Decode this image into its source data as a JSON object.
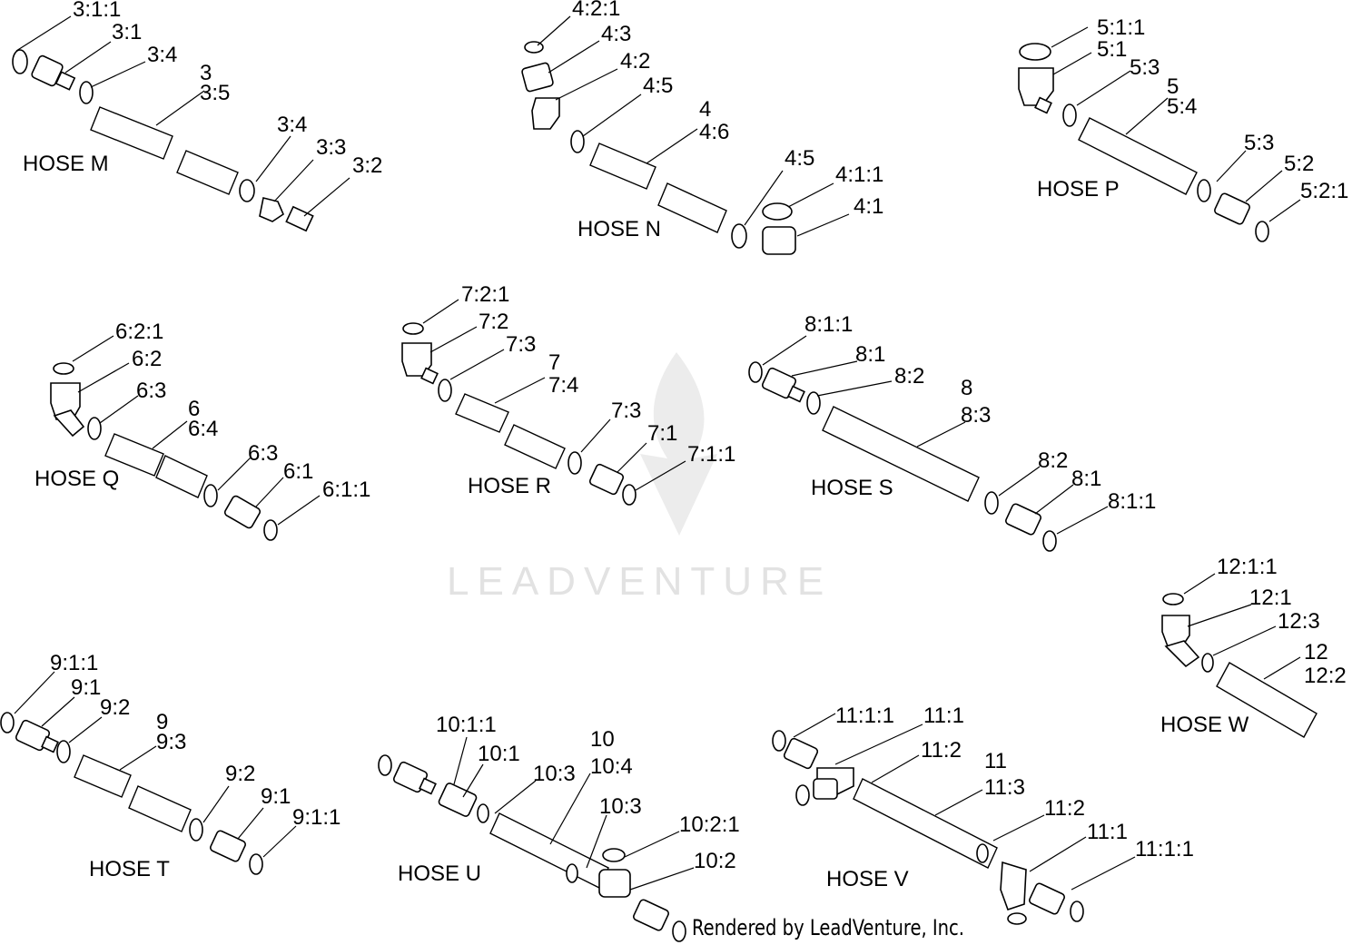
{
  "watermark": {
    "text": "LEADVENTURE"
  },
  "credit": "Rendered by LeadVenture, Inc.",
  "hoses": [
    {
      "title": "HOSE M",
      "labels": [
        "3:1:1",
        "3:1",
        "3:4",
        "3",
        "3:5",
        "3:4",
        "3:3",
        "3:2"
      ]
    },
    {
      "title": "HOSE N",
      "labels": [
        "4:2:1",
        "4:3",
        "4:2",
        "4:5",
        "4",
        "4:6",
        "4:5",
        "4:1:1",
        "4:1"
      ]
    },
    {
      "title": "HOSE P",
      "labels": [
        "5:1:1",
        "5:1",
        "5:3",
        "5",
        "5:4",
        "5:3",
        "5:2",
        "5:2:1"
      ]
    },
    {
      "title": "HOSE Q",
      "labels": [
        "6:2:1",
        "6:2",
        "6:3",
        "6",
        "6:4",
        "6:3",
        "6:1",
        "6:1:1"
      ]
    },
    {
      "title": "HOSE R",
      "labels": [
        "7:2:1",
        "7:2",
        "7:3",
        "7",
        "7:4",
        "7:3",
        "7:1",
        "7:1:1"
      ]
    },
    {
      "title": "HOSE S",
      "labels": [
        "8:1:1",
        "8:1",
        "8:2",
        "8",
        "8:3",
        "8:2",
        "8:1",
        "8:1:1"
      ]
    },
    {
      "title": "HOSE T",
      "labels": [
        "9:1:1",
        "9:1",
        "9:2",
        "9",
        "9:3",
        "9:2",
        "9:1",
        "9:1:1"
      ]
    },
    {
      "title": "HOSE U",
      "labels": [
        "10:1:1",
        "10:1",
        "10:3",
        "10",
        "10:4",
        "10:3",
        "10:2:1",
        "10:2"
      ]
    },
    {
      "title": "HOSE V",
      "labels": [
        "11:1:1",
        "11:1",
        "11:2",
        "11",
        "11:3",
        "11:2",
        "11:1",
        "11:1:1"
      ]
    },
    {
      "title": "HOSE W",
      "labels": [
        "12:1:1",
        "12:1",
        "12:3",
        "12",
        "12:2"
      ]
    }
  ]
}
